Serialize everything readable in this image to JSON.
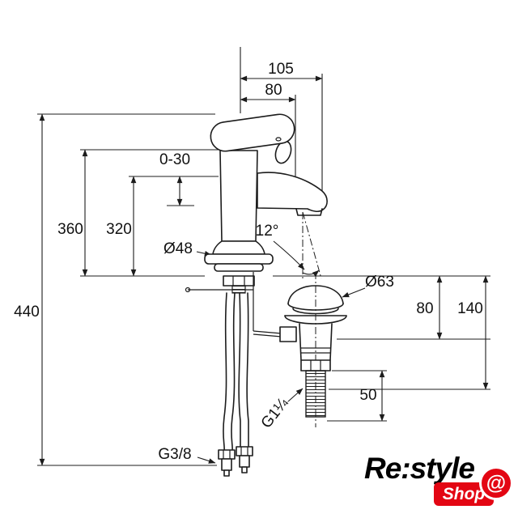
{
  "page": {
    "background": "#ffffff"
  },
  "drawing": {
    "title": "basin mixer tap technical drawing",
    "dims": {
      "spout_reach_total": "105",
      "spout_reach_inner": "80",
      "deck_range": "0-30",
      "height_total": "440",
      "height_body": "360",
      "height_spout": "320",
      "body_diameter": "Ø48",
      "spout_angle": "12°",
      "waste_cap_diameter": "Ø63",
      "waste_depth_upper": "80",
      "waste_depth_total": "140",
      "waste_tail_length": "50",
      "waste_thread": "G1¼",
      "supply_thread": "G3/8"
    }
  },
  "logo": {
    "brand": "Re:style",
    "shop_label": "Shop",
    "at_symbol": "@"
  },
  "colors": {
    "line": "#1c1c1c",
    "brand_red": "#e30613"
  }
}
